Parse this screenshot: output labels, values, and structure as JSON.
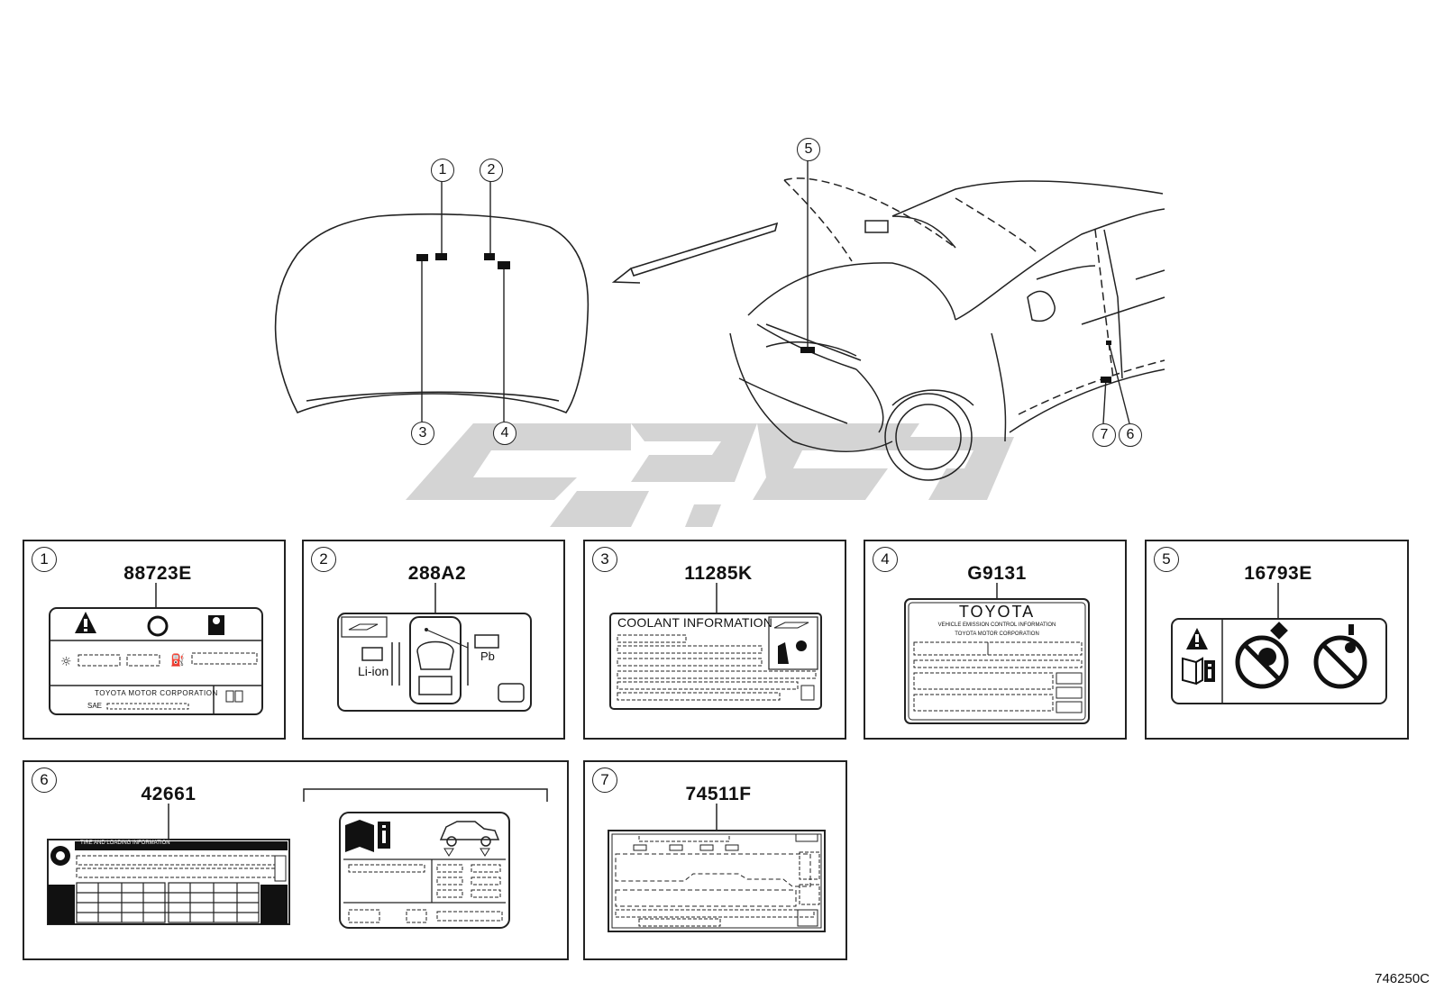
{
  "diagram": {
    "callouts": [
      "1",
      "2",
      "3",
      "4",
      "5",
      "6",
      "7"
    ],
    "diagram_code": "746250C"
  },
  "labels": [
    {
      "num": "1",
      "part_number": "88723E",
      "text_a": "TOYOTA  MOTOR  CORPORATION",
      "text_b": "SAE"
    },
    {
      "num": "2",
      "part_number": "288A2",
      "text_a": "Li-ion",
      "text_b": "Pb"
    },
    {
      "num": "3",
      "part_number": "11285K",
      "text_a": "COOLANT INFORMATION"
    },
    {
      "num": "4",
      "part_number": "G9131",
      "text_a": "TOYOTA",
      "text_b": "VEHICLE EMISSION CONTROL INFORMATION",
      "text_c": "TOYOTA MOTOR CORPORATION"
    },
    {
      "num": "5",
      "part_number": "16793E"
    },
    {
      "num": "6",
      "part_number": "42661",
      "text_a": "TIRE AND LOADING INFORMATION"
    },
    {
      "num": "7",
      "part_number": "74511F"
    }
  ],
  "watermark": {
    "color": "#d3d3d3"
  }
}
